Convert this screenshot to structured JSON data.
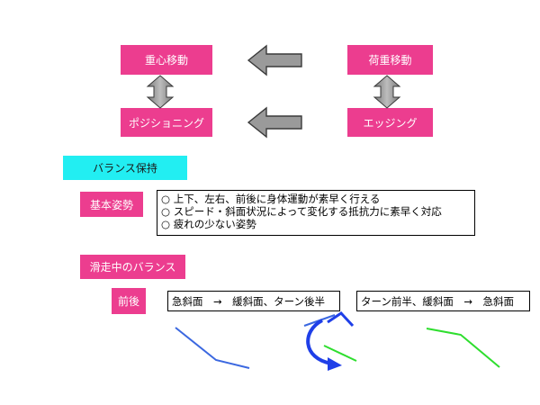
{
  "top": {
    "center_of_gravity": "重心移動",
    "load_shift": "荷重移動",
    "positioning": "ポジショニング",
    "edging": "エッジング"
  },
  "balance_keep": "バランス保持",
  "basic_posture": {
    "label": "基本姿勢",
    "items": [
      "○ 上下、左右、前後に身体運動が素早く行える",
      "○ スピード・斜面状況によって変化する抵抗力に素早く対応",
      "○ 疲れの少ない姿勢"
    ]
  },
  "sliding_balance": "滑走中のバランス",
  "front_back": {
    "label": "前後",
    "left_text": "急斜面　→　緩斜面、ターン後半",
    "right_text": "ターン前半、緩斜面　→　急斜面"
  },
  "colors": {
    "pink": "#ec3d8f",
    "cyan": "#22eef2",
    "arrow_gray": "#9a9a9a",
    "line_blue": "#3b68e0",
    "arrow_blue": "#1f3fe8",
    "line_green": "#2ede2e"
  }
}
